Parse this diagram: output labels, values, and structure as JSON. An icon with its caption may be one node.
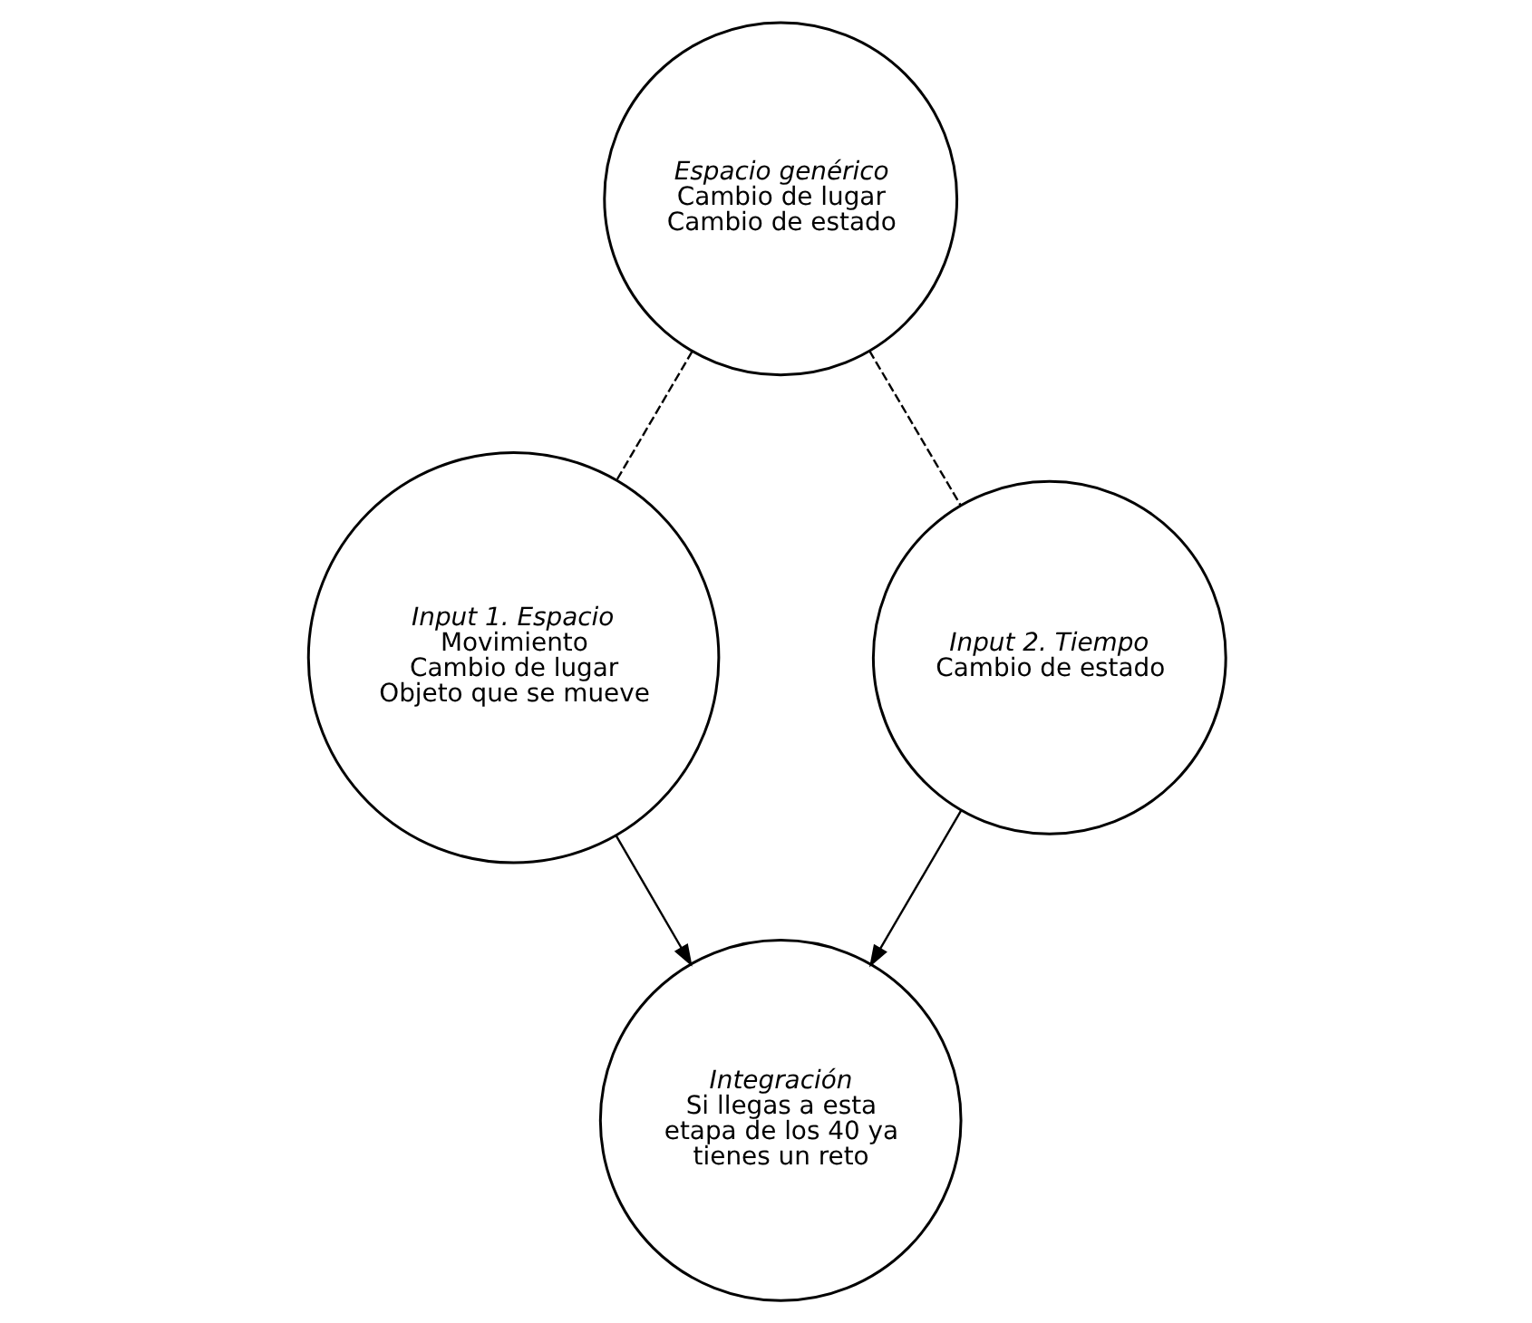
{
  "diagram": {
    "nodes": [
      {
        "text": [
          "Espacio genérico",
          "Cambio de lugar",
          "Cambio de estado"
        ]
      },
      {
        "text": [
          "Input 1. Espacio",
          "Movimiento",
          "Cambio de lugar",
          "Objeto que se mueve"
        ]
      },
      {
        "text": [
          "Input 2. Tiempo",
          "Cambio de estado"
        ]
      },
      {
        "text": [
          "Integración",
          "Si llegas a esta etapa de los 40 ya tienes un reto"
        ]
      }
    ],
    "edges": [
      {
        "from": 0,
        "to": 1,
        "arrow": "none",
        "style": "dashed"
      },
      {
        "from": 0,
        "to": 2,
        "arrow": "none",
        "style": "dashed"
      },
      {
        "from": 1,
        "to": 3,
        "arrow": "to"
      },
      {
        "from": 2,
        "to": 3,
        "arrow": "to"
      }
    ]
  }
}
